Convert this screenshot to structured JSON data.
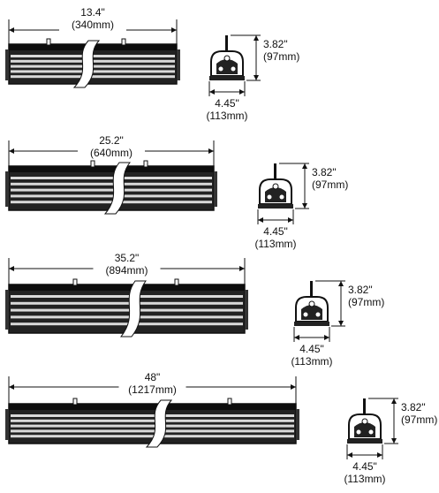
{
  "fixtures": [
    {
      "length_in": "13.4\"",
      "length_mm": "(340mm)",
      "height_in": "3.82\"",
      "height_mm": "(97mm)",
      "width_in": "4.45\"",
      "width_mm": "(113mm)"
    },
    {
      "length_in": "25.2\"",
      "length_mm": "(640mm)",
      "height_in": "3.82\"",
      "height_mm": "(97mm)",
      "width_in": "4.45\"",
      "width_mm": "(113mm)"
    },
    {
      "length_in": "35.2\"",
      "length_mm": "(894mm)",
      "height_in": "3.82\"",
      "height_mm": "(97mm)",
      "width_in": "4.45\"",
      "width_mm": "(113mm)"
    },
    {
      "length_in": "48\"",
      "length_mm": "(1217mm)",
      "height_in": "3.82\"",
      "height_mm": "(97mm)",
      "width_in": "4.45\"",
      "width_mm": "(113mm)"
    }
  ],
  "colors": {
    "line": "#111111",
    "body_dark": "#222222",
    "fin_light": "#d9d9d9",
    "background": "#ffffff"
  }
}
